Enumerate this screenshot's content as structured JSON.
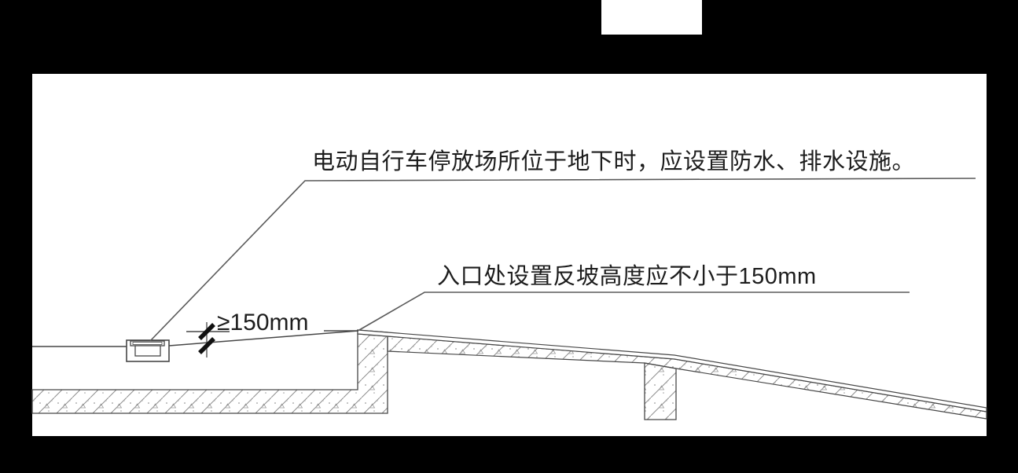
{
  "drawing": {
    "annotations": {
      "waterproof_note": "电动自行车停放场所位于地下时，应设置防水、排水设施。",
      "slope_note": "入口处设置反坡高度应不小于150mm",
      "dimension_label": "≥150mm"
    },
    "colors": {
      "canvas_background": "#000000",
      "paper": "#ffffff",
      "outline": "#474747",
      "leader": "#5a5a5a",
      "hatch": "#8d8d8d",
      "text": "#1d1d1d",
      "tick": "#111111"
    },
    "elements": {
      "floor_line": "indoor-floor-level",
      "drain_channel": "covered-drain-gutter-with-grate",
      "reverse_slope": "entrance-reverse-slope",
      "dimension": "reverse-slope-height-dimension",
      "entrance_wall": "entrance-retaining-wall",
      "ramp_slab": "descending-entrance-ramp-slab",
      "support_column": "ramp-support-column",
      "floor_slab": "structural-floor-slab"
    }
  }
}
